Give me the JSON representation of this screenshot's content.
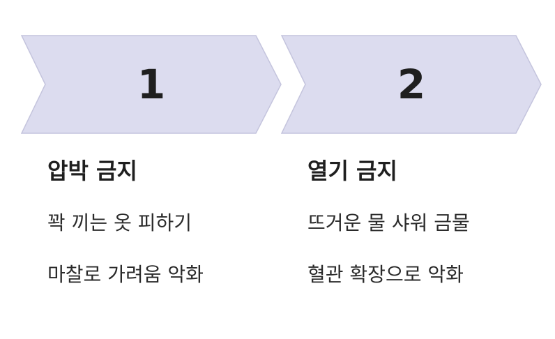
{
  "colors": {
    "chevron_fill": "#dcdcef",
    "chevron_stroke": "#c4c4dd",
    "text": "#222222"
  },
  "steps": [
    {
      "number": "1",
      "title": "압박 금지",
      "items": [
        "꽉 끼는 옷 피하기",
        "마찰로 가려움 악화"
      ]
    },
    {
      "number": "2",
      "title": "열기 금지",
      "items": [
        "뜨거운 물 샤워 금물",
        "혈관 확장으로 악화"
      ]
    }
  ]
}
